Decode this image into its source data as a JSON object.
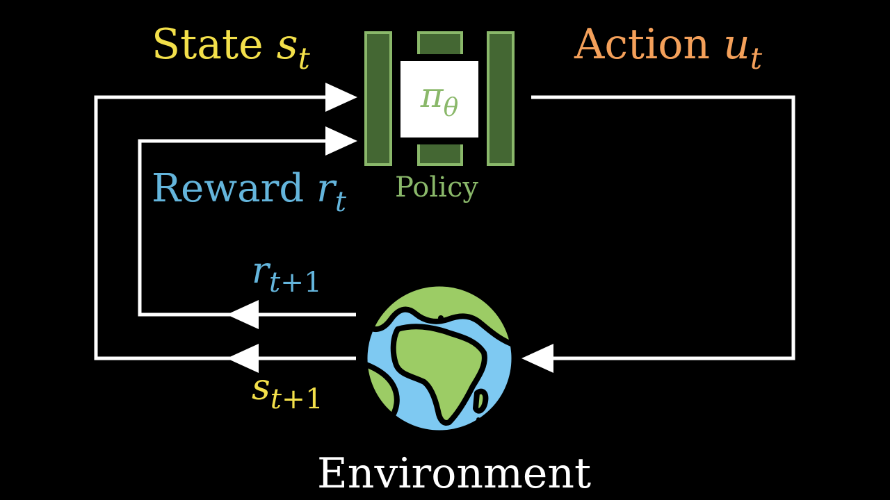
{
  "colors": {
    "background": "#000000",
    "state": "#f3e04a",
    "action": "#f4a05a",
    "reward": "#64b5dc",
    "policy": "#8ab86a",
    "policy_dark": "#446733",
    "arrows": "#ffffff",
    "land": "#9ccc65",
    "ocean": "#7ec9f2",
    "environment_text": "#ffffff"
  },
  "labels": {
    "state": {
      "word": "State",
      "symbol": "s",
      "subscript": "t"
    },
    "action": {
      "word": "Action",
      "symbol": "u",
      "subscript": "t"
    },
    "reward": {
      "word": "Reward",
      "symbol": "r",
      "subscript": "t"
    },
    "policy_symbol": {
      "symbol": "π",
      "subscript": "θ"
    },
    "policy_caption": "Policy",
    "next_reward": {
      "symbol": "r",
      "subscript_var": "t",
      "subscript_op": "+",
      "subscript_num": "1"
    },
    "next_state": {
      "symbol": "s",
      "subscript_var": "t",
      "subscript_op": "+",
      "subscript_num": "1"
    },
    "environment": "Environment"
  },
  "icons": {
    "policy": "neural-network-policy-icon",
    "environment": "earth-globe-icon"
  }
}
